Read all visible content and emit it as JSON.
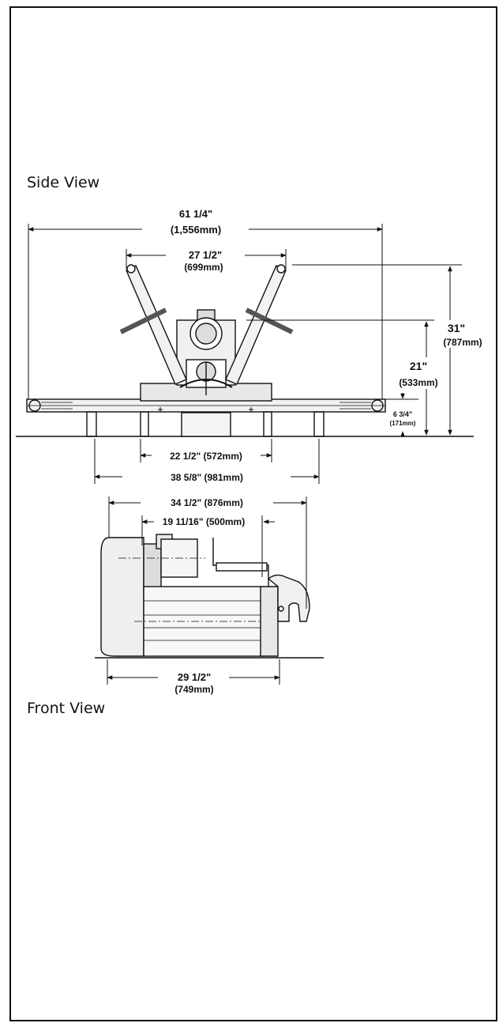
{
  "captions": {
    "side_view": "Side View",
    "front_view": "Front View"
  },
  "dimensions": {
    "overall_width_in": "61 1/4\"",
    "overall_width_mm": "(1,556mm)",
    "arm_span_in": "27 1/2\"",
    "arm_span_mm": "(699mm)",
    "overall_height_in": "31\"",
    "overall_height_mm": "(787mm)",
    "table_height_in": "21\"",
    "table_height_mm": "(533mm)",
    "clearance_in": "6 3/4\"",
    "clearance_mm": "(171mm)",
    "base_inner_width": "22 1/2\" (572mm)",
    "base_outer_width": "38 5/8\" (981mm)",
    "front_overall_depth": "34 1/2\" (876mm)",
    "front_motor_offset": "19 11/16\" (500mm)",
    "front_base_depth_in": "29 1/2\"",
    "front_base_depth_mm": "(749mm)"
  },
  "colors": {
    "ink": "#111111",
    "fill_light": "#e8e8e8",
    "fill_mid": "#cfcfcf"
  }
}
